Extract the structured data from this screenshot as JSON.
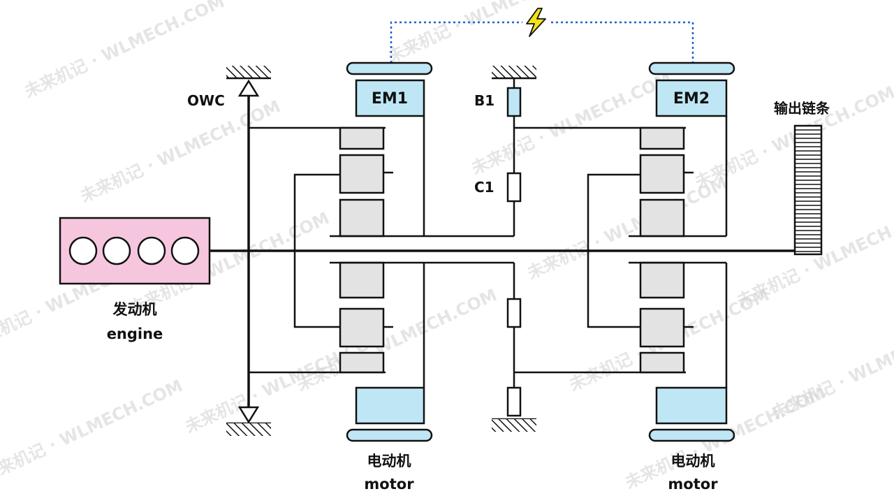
{
  "watermark": {
    "text": "未来机记 · WLMECH.COM"
  },
  "labels": {
    "owc": "OWC",
    "em1": "EM1",
    "em2": "EM2",
    "b1": "B1",
    "c1": "C1",
    "output": "输出链条",
    "engine_cn": "发动机",
    "engine_en": "engine",
    "motor1_cn": "电动机",
    "motor1_en": "motor",
    "motor2_cn": "电动机",
    "motor2_en": "motor"
  },
  "electrical_link": {
    "icon": "lightning-bolt-icon",
    "color": "#1b5fd6",
    "bolt_color": "#f2e21a"
  },
  "colors": {
    "engine": "#f6c6de",
    "motor": "#bfe6f5",
    "gear": "#e3e3e3"
  },
  "engine": {
    "cylinders": 4
  }
}
